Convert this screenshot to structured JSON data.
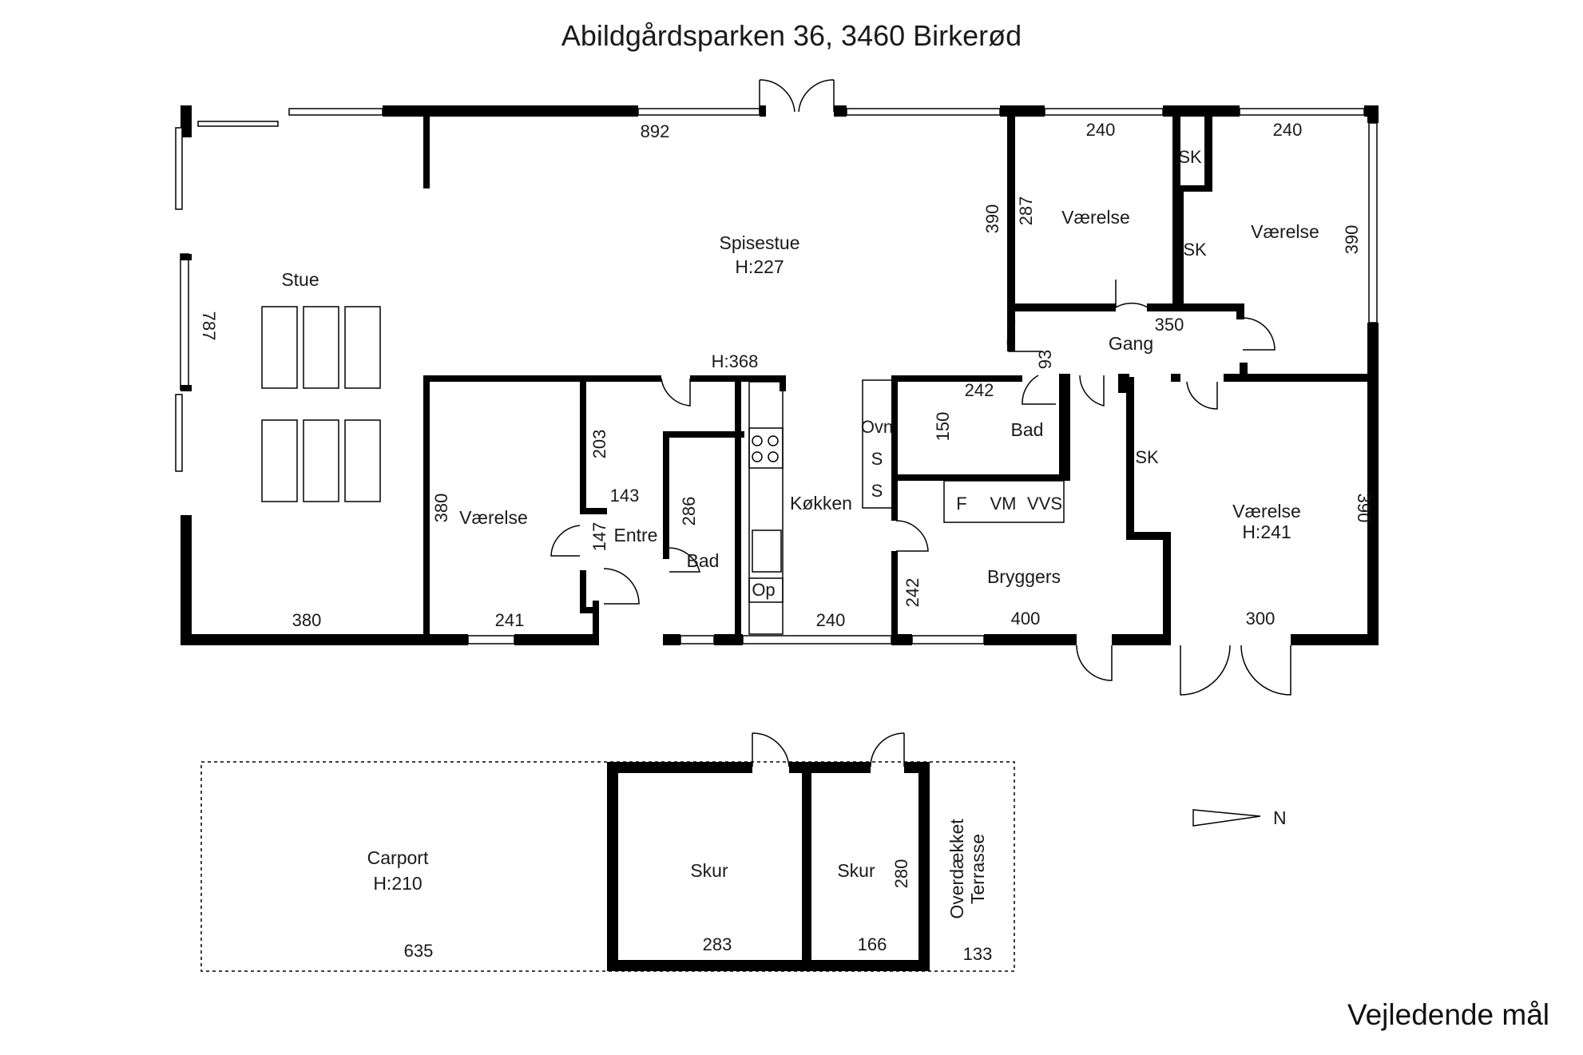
{
  "title": "Abildgårdsparken 36, 3460 Birkerød",
  "footer": "Vejledende mål",
  "north": "N",
  "rooms": {
    "spisestue": "Spisestue",
    "spisestue_h": "H:227",
    "stue": "Stue",
    "vaerelse_nw": "Værelse",
    "vaerelse_ne": "Værelse",
    "vaerelse_sw": "Værelse",
    "vaerelse_se": "Værelse",
    "vaerelse_se_h": "H:241",
    "gang": "Gang",
    "bad_main": "Bad",
    "bad_small": "Bad",
    "entre": "Entre",
    "koekken": "Køkken",
    "bryggers": "Bryggers",
    "carport": "Carport",
    "carport_h": "H:210",
    "skur_1": "Skur",
    "skur_2": "Skur",
    "terrasse_1": "Overdækket",
    "terrasse_2": "Terrasse"
  },
  "boxes": {
    "sk1": "SK",
    "sk2": "SK",
    "sk3": "SK",
    "ovn": "Ovn",
    "s1": "S",
    "s2": "S",
    "f": "F",
    "vm": "VM",
    "vvs": "VVS",
    "op": "Op"
  },
  "dims": {
    "d892": "892",
    "d240a": "240",
    "d240b": "240",
    "d390a": "390",
    "d287": "287",
    "d390b": "390",
    "d787": "787",
    "d350": "350",
    "d93": "93",
    "h368": "H:368",
    "d242a": "242",
    "d150": "150",
    "d203": "203",
    "d143": "143",
    "d147": "147",
    "d286": "286",
    "d380a": "380",
    "d380b": "380",
    "d241": "241",
    "d240c": "240",
    "d242b": "242",
    "d400": "400",
    "d300": "300",
    "d390c": "390",
    "d635": "635",
    "d283": "283",
    "d166": "166",
    "d133": "133",
    "d280": "280"
  }
}
